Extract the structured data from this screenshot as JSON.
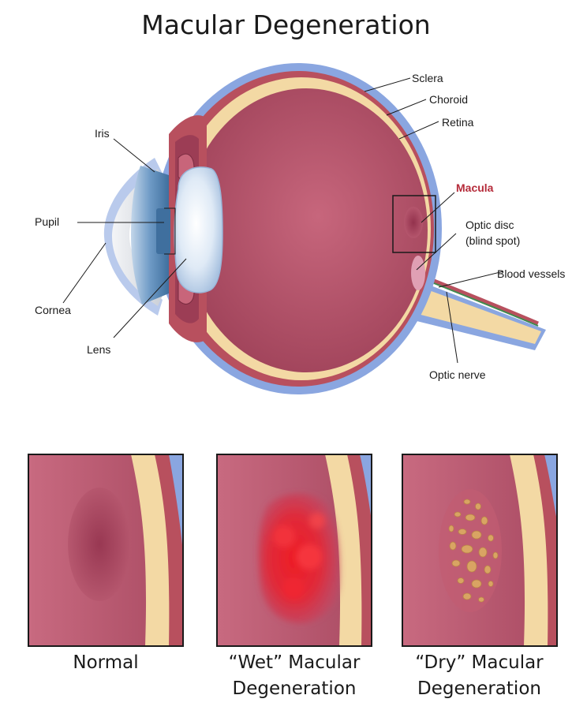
{
  "title": "Macular Degeneration",
  "labels": {
    "sclera": "Sclera",
    "choroid": "Choroid",
    "retina": "Retina",
    "iris": "Iris",
    "macula": "Macula",
    "pupil": "Pupil",
    "optic_disc_line1": "Optic disc",
    "optic_disc_line2": "(blind spot)",
    "blood_vessels": "Blood vessels",
    "cornea": "Cornea",
    "lens": "Lens",
    "optic_nerve": "Optic nerve"
  },
  "panels": [
    {
      "caption_line1": "Normal",
      "caption_line2": ""
    },
    {
      "caption_line1": "“Wet” Macular",
      "caption_line2": "Degeneration"
    },
    {
      "caption_line1": "“Dry” Macular",
      "caption_line2": "Degeneration"
    }
  ],
  "colors": {
    "sclera": "#8aa6e0",
    "choroid": "#b8505e",
    "retina_layer": "#f3d9a4",
    "vitreous": "#b04b62",
    "macula_accent": "#b52b3a",
    "wet_blood": "#e8202a",
    "dry_drusen": "#d9a463"
  }
}
